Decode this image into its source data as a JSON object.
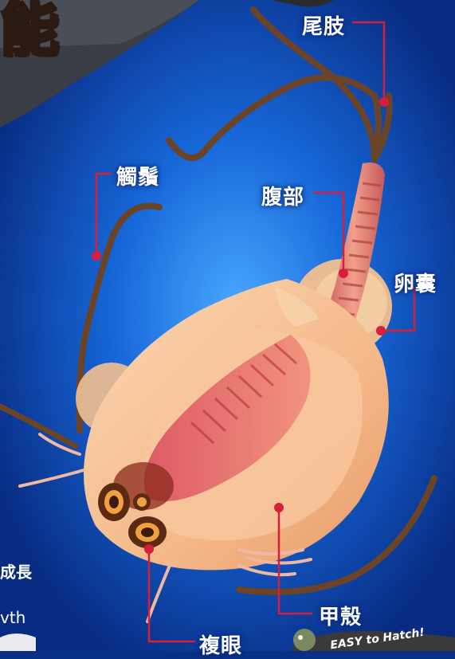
{
  "title_fragment": "能",
  "labels": {
    "tail": "尾肢",
    "antenna": "觸鬚",
    "abdomen": "腹部",
    "egg_sac": "卵囊",
    "shell": "甲殼",
    "compound_eye": "複眼"
  },
  "side_text": {
    "line1": "成長",
    "line2": "vth"
  },
  "badge": {
    "text": "EASY to Hatch!"
  },
  "colors": {
    "background": "#0a2f86",
    "body": "#f4b98a",
    "leader_line": "#d61f3a",
    "label_text": "#ffffff",
    "title": "#f5a623"
  }
}
